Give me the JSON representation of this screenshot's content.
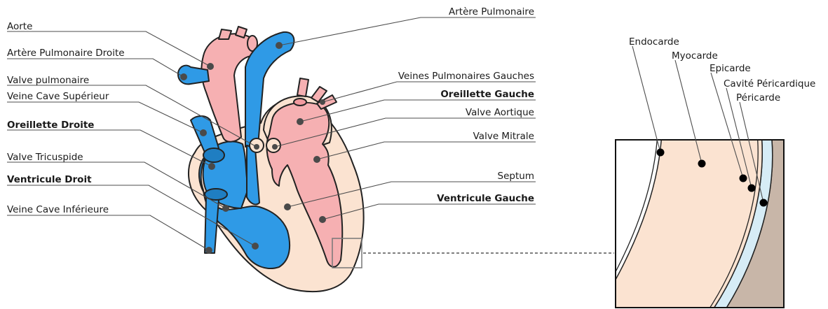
{
  "colors": {
    "blue": "#2f9ae6",
    "pink": "#f6b0b2",
    "skin": "#fbe3d1",
    "outline": "#222222",
    "pericardial_cavity": "#d6ecf6",
    "pericardium": "#c8b6a8"
  },
  "heart_labels": {
    "aorte": "Aorte",
    "artere_pulmonaire_droite": "Artère Pulmonaire Droite",
    "valve_pulmonaire": "Valve pulmonaire",
    "veine_cave_superieur": "Veine Cave Supérieur",
    "oreillette_droite": "Oreillette Droite",
    "valve_tricuspide": "Valve Tricuspide",
    "ventricule_droit": "Ventricule Droit",
    "veine_cave_inferieure": "Veine Cave Inférieure",
    "artere_pulmonaire": "Artère Pulmonaire",
    "veines_pulmonaires_gauches": "Veines Pulmonaires Gauches",
    "oreillette_gauche": "Oreillette Gauche",
    "valve_aortique": "Valve Aortique",
    "valve_mitrale": "Valve Mitrale",
    "septum": "Septum",
    "ventricule_gauche": "Ventricule Gauche"
  },
  "wall_labels": {
    "endocarde": "Endocarde",
    "myocarde": "Myocarde",
    "epicarde": "Epicarde",
    "cavite_pericardique": "Cavité Péricardique",
    "pericarde": "Péricarde"
  }
}
